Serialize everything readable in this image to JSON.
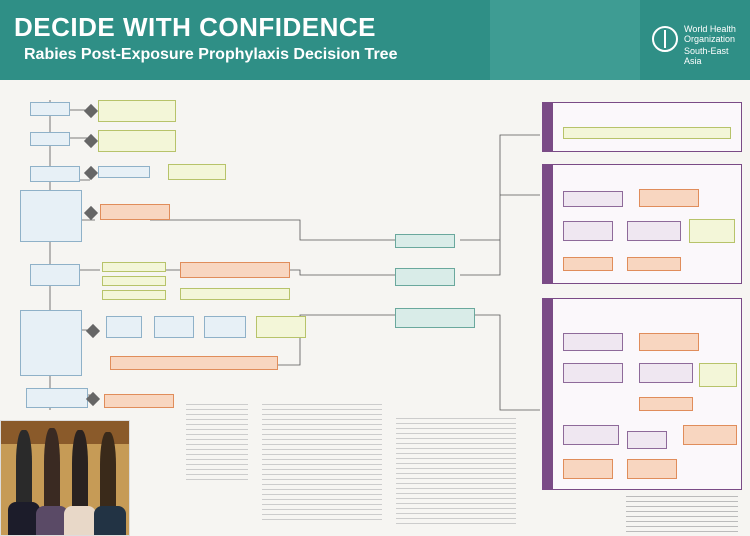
{
  "header": {
    "title": "DECIDE WITH CONFIDENCE",
    "subtitle": "Rabies Post-Exposure Prophylaxis Decision Tree",
    "org_line1": "World Health",
    "org_line2": "Organization",
    "org_region": "South-East Asia"
  },
  "colors": {
    "header_bg": "#2f8f86",
    "question_box": "#e7f0f6",
    "outcome_box": "#f3f6d8",
    "action_box": "#f8d6c0",
    "category_border": "#7a4b86"
  }
}
